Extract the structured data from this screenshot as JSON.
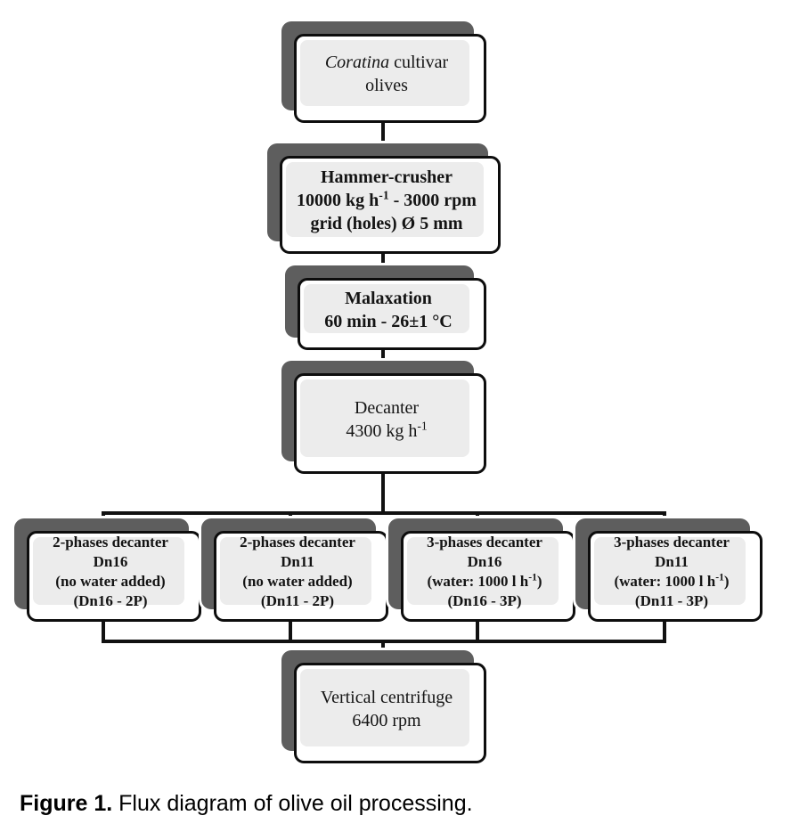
{
  "figure": {
    "caption_label": "Figure 1.",
    "caption_text": "Flux diagram of olive oil processing.",
    "colors": {
      "shadow": "#5e5e5e",
      "box_face": "#ffffff",
      "box_inner": "#ececec",
      "border": "#0d0d0d",
      "connector": "#111111",
      "text": "#141414"
    }
  },
  "nodes": {
    "olives": {
      "name": "Coratina cultivar olives",
      "line1_emphasis": "Coratina",
      "line1_rest": " cultivar",
      "line2": "olives"
    },
    "crusher": {
      "name": "Hammer-crusher",
      "line1": "Hammer-crusher",
      "line2_a": "10000 kg h",
      "line2_sup": "-1",
      "line2_b": " - 3000 rpm",
      "line3": "grid (holes) Ø 5 mm"
    },
    "malaxation": {
      "name": "Malaxation",
      "line1": "Malaxation",
      "line2": "60 min - 26±1 °C"
    },
    "decanter": {
      "name": "Decanter",
      "line1": "Decanter",
      "line2_a": "4300 kg h",
      "line2_sup": "-1"
    },
    "centrifuge": {
      "name": "Vertical centrifuge",
      "line1": "Vertical centrifuge",
      "line2": "6400 rpm"
    }
  },
  "branches": [
    {
      "id": "dn16-2p",
      "line1": "2-phases decanter",
      "line2": "Dn16",
      "line3": "(no water added)",
      "line3_sup": "",
      "line3_suffix": "",
      "line4": "(Dn16 - 2P)"
    },
    {
      "id": "dn11-2p",
      "line1": "2-phases decanter",
      "line2": "Dn11",
      "line3": "(no water added)",
      "line3_sup": "",
      "line3_suffix": "",
      "line4": "(Dn11 - 2P)"
    },
    {
      "id": "dn16-3p",
      "line1": "3-phases decanter",
      "line2": "Dn16",
      "line3": "(water: 1000 l h",
      "line3_sup": "-1",
      "line3_suffix": ")",
      "line4": "(Dn16 - 3P)"
    },
    {
      "id": "dn11-3p",
      "line1": "3-phases decanter",
      "line2": "Dn11",
      "line3": "(water: 1000 l h",
      "line3_sup": "-1",
      "line3_suffix": ")",
      "line4": "(Dn11 - 3P)"
    }
  ]
}
